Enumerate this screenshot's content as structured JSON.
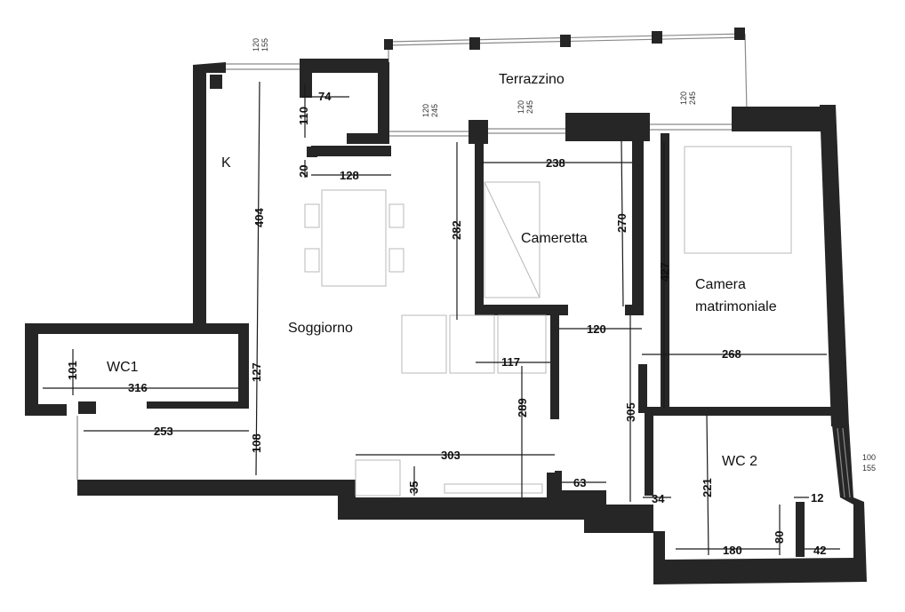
{
  "rooms": {
    "terrazzino": "Terrazzino",
    "k": "K",
    "soggiorno": "Soggiorno",
    "cameretta": "Cameretta",
    "camera_line1": "Camera",
    "camera_line2": "matrimoniale",
    "wc1": "WC1",
    "wc2": "WC 2"
  },
  "dimensions": {
    "d74": "74",
    "d110": "110",
    "d20": "20",
    "d128": "128",
    "d404": "404",
    "d282": "282",
    "d238": "238",
    "d270": "270",
    "d427": "427",
    "d120": "120",
    "d268": "268",
    "d117": "117",
    "d101": "101",
    "d316": "316",
    "d127": "127",
    "d253": "253",
    "d108": "108",
    "d289": "289",
    "d305": "305",
    "d303": "303",
    "d35": "35",
    "d63": "63",
    "d34": "34",
    "d221": "221",
    "d12": "12",
    "d80": "80",
    "d180": "180",
    "d42": "42"
  },
  "openings": {
    "top_window_a": "120",
    "top_window_b": "155",
    "terrace_door1_a": "120",
    "terrace_door1_b": "245",
    "terrace_door2_a": "120",
    "terrace_door2_b": "245",
    "terrace_door3_a": "120",
    "terrace_door3_b": "245",
    "wc2_window_a": "100",
    "wc2_window_b": "155"
  }
}
